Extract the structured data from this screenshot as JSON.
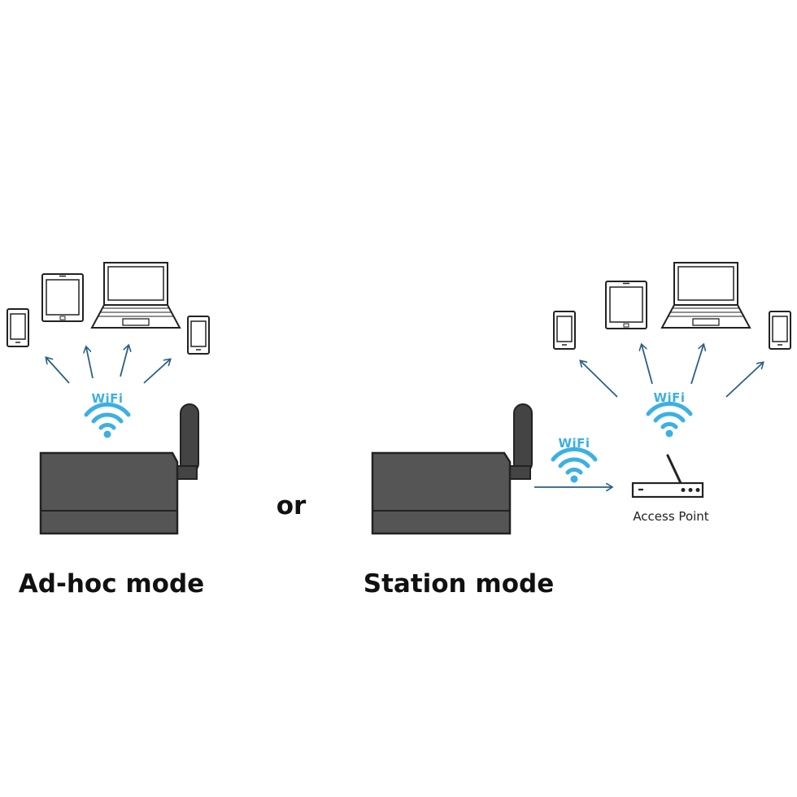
{
  "labels": {
    "adhoc_mode": "Ad-hoc mode",
    "station_mode": "Station mode",
    "or": "or",
    "wifi": "WiFi",
    "access_point": "Access Point"
  },
  "colors": {
    "accent": "#3bb0e3",
    "arrow": "#2a5f86",
    "device_body": "#555555",
    "outline": "#222222"
  },
  "icons": {
    "phone": "smartphone-icon",
    "tablet": "tablet-icon",
    "laptop": "laptop-icon",
    "wifi": "wifi-signal-icon",
    "gateway": "gateway-device",
    "router": "router-icon"
  }
}
